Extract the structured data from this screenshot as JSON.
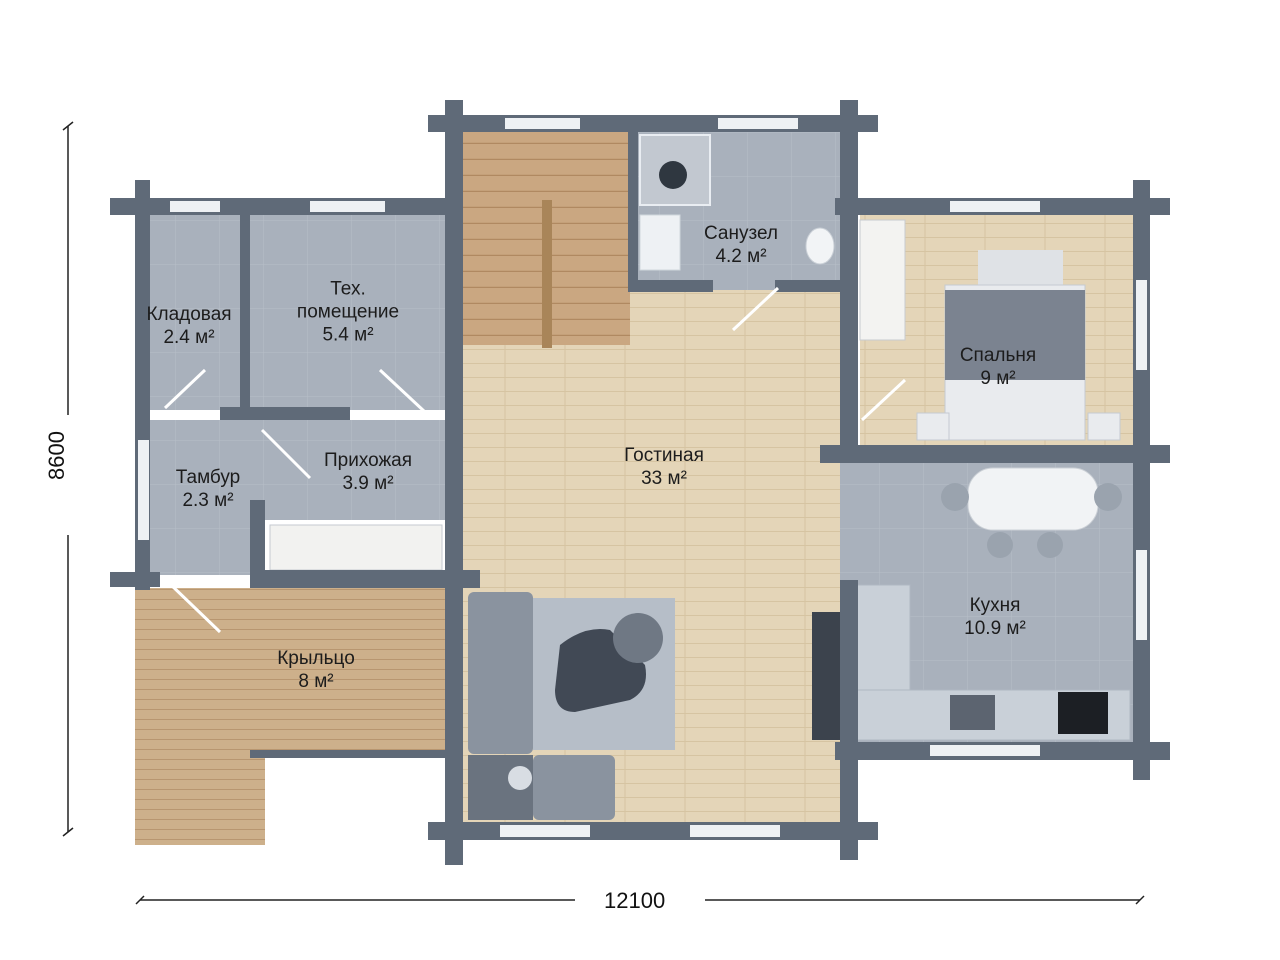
{
  "dimensions": {
    "width": "12100",
    "height": "8600"
  },
  "rooms": [
    {
      "id": "kladovaya",
      "name": "Кладовая",
      "area": "2.4 м²"
    },
    {
      "id": "tech",
      "name": "Тех.",
      "name2": "помещение",
      "area": "5.4 м²"
    },
    {
      "id": "sanuzel",
      "name": "Санузел",
      "area": "4.2 м²"
    },
    {
      "id": "spalnya",
      "name": "Спальня",
      "area": "9 м²"
    },
    {
      "id": "gostinaya",
      "name": "Гостиная",
      "area": "33 м²"
    },
    {
      "id": "tambur",
      "name": "Тамбур",
      "area": "2.3 м²"
    },
    {
      "id": "prikhozhaya",
      "name": "Прихожая",
      "area": "3.9 м²"
    },
    {
      "id": "kukhnya",
      "name": "Кухня",
      "area": "10.9 м²"
    },
    {
      "id": "krylco",
      "name": "Крыльцо",
      "area": "8 м²"
    }
  ],
  "colors": {
    "wall": "#5f6a78",
    "tile": "#a7b0bb",
    "wood_light": "#e3d3b5",
    "wood_stair": "#c7a37c",
    "porch": "#c9aa85",
    "furniture": "#8f98a4",
    "sofa": "#8a939f"
  }
}
